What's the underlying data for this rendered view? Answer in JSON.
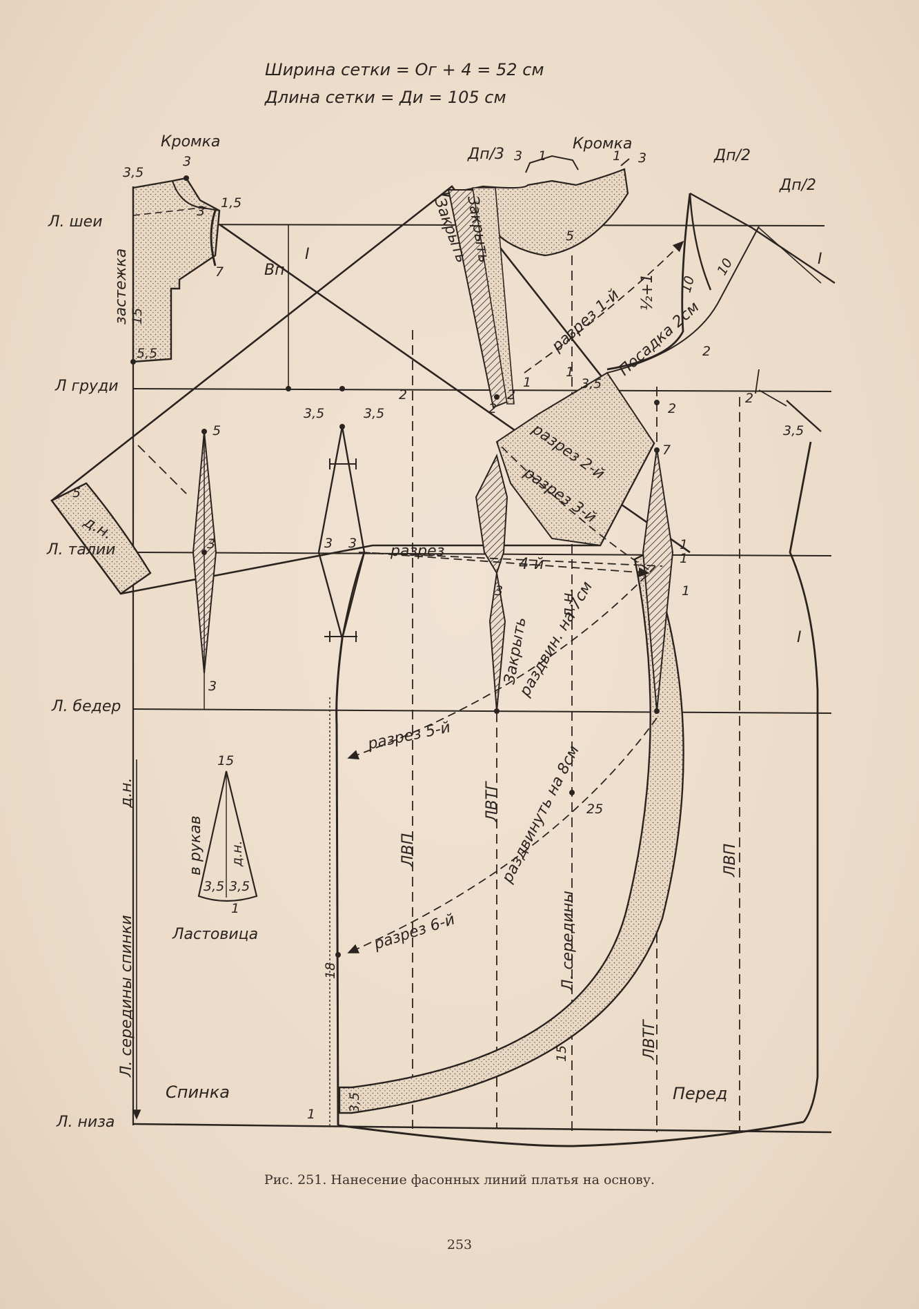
{
  "header": {
    "grid_width": "Ширина сетки = Ог + 4 = 52 см",
    "grid_length": "Длина сетки = Ди = 105 см"
  },
  "lines": {
    "neck": "Л. шеи",
    "chest": "Л груди",
    "waist": "Л. талии",
    "hips": "Л. бедер",
    "hem": "Л. низа",
    "back_center": "Л. середины спинки",
    "front_center": "Л. середины",
    "lvp": "ЛВП",
    "lvtg": "ЛВТГ"
  },
  "labels": {
    "edge": "Кромка",
    "fastener": "застежка",
    "vp": "Вп",
    "dp3": "Дп/3",
    "dp2": "Дп/2",
    "close": "Закрыть",
    "cut_1": "разрез 1-й",
    "cut_2": "разрез 2-й",
    "cut_3": "разрез 3-й",
    "cut": "разрез",
    "cut_4": "4-й",
    "cut_5": "разрез 5-й",
    "cut_6": "разрез 6-й",
    "spread_7": "раздвин. на 7см",
    "spread_8": "раздвинуть на 8см",
    "ease": "Посадка 2см",
    "dn": "д.н.",
    "sleeve": "в рукав",
    "gusset": "Ластовица",
    "back": "Спинка",
    "front": "Перед",
    "half_plus_one": "½+1"
  },
  "numbers": {
    "n3_5": "3,5",
    "n3": "3",
    "n1_5": "1,5",
    "n7": "7",
    "n15": "15",
    "n5_5": "5,5",
    "n1": "1",
    "n2": "2",
    "n5": "5",
    "n10": "10",
    "n25": "25",
    "n18": "18",
    "roman_one": "I"
  },
  "caption": "Рис. 251. Нанесение фасонных линий платья на основу.",
  "page_number": "253"
}
